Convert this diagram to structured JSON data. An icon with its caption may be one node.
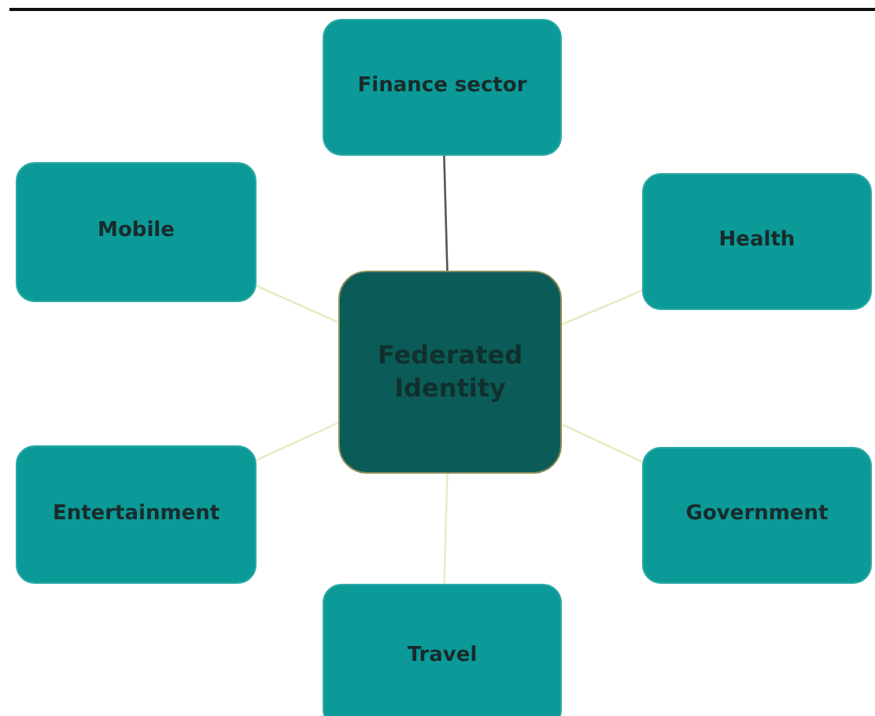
{
  "diagram": {
    "nodes": [
      {
        "text": [
          "Finance sector"
        ]
      },
      {
        "text": [
          "Mobile"
        ]
      },
      {
        "text": [
          "Health"
        ]
      },
      {
        "text": [
          "Federated Identity"
        ]
      },
      {
        "text": [
          "Entertainment"
        ]
      },
      {
        "text": [
          "Government"
        ]
      },
      {
        "text": [
          "Travel"
        ]
      }
    ],
    "edges": [
      {
        "from": 3,
        "to": 0,
        "arrow": "none",
        "color": "#555555"
      },
      {
        "from": 3,
        "to": 1,
        "arrow": "none"
      },
      {
        "from": 3,
        "to": 2,
        "arrow": "none"
      },
      {
        "from": 3,
        "to": 4,
        "arrow": "none"
      },
      {
        "from": 3,
        "to": 5,
        "arrow": "none"
      },
      {
        "from": 3,
        "to": 6,
        "arrow": "none"
      }
    ]
  }
}
